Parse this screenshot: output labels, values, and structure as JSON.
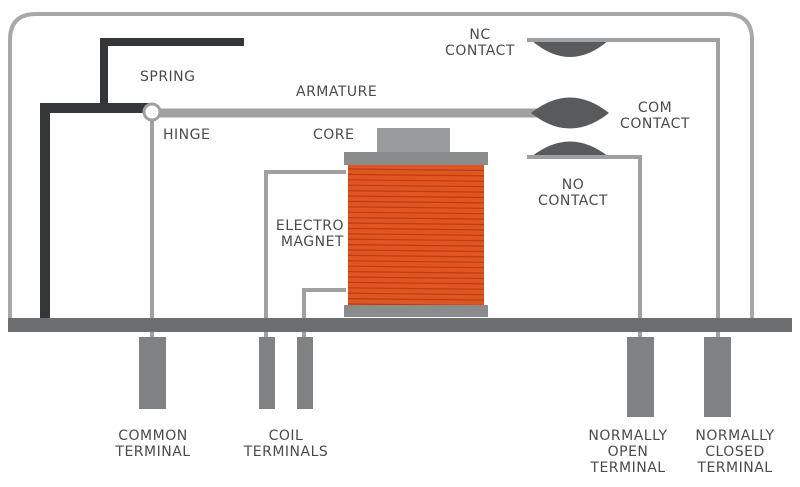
{
  "colors": {
    "background": "#ffffff",
    "wire": "#9fa0a2",
    "dark_bar": "#353638",
    "base_bar": "#6d6e70",
    "terminal": "#808183",
    "contact": "#585a5c",
    "coil": "#e05520",
    "coil_stripe": "#b83f12",
    "core": "#8a8b8d",
    "text": "#4a4b4d"
  },
  "labels": {
    "spring": "SPRING",
    "armature": "ARMATURE",
    "hinge": "HINGE",
    "core": "CORE",
    "electromagnet": [
      "ELECTRO",
      "MAGNET"
    ],
    "nc_contact": [
      "NC",
      "CONTACT"
    ],
    "com_contact": [
      "COM",
      "CONTACT"
    ],
    "no_contact": [
      "NO",
      "CONTACT"
    ],
    "common_terminal": [
      "COMMON",
      "TERMINAL"
    ],
    "coil_terminals": [
      "COIL",
      "TERMINALS"
    ],
    "normally_open_terminal": [
      "NORMALLY",
      "OPEN",
      "TERMINAL"
    ],
    "normally_closed_terminal": [
      "NORMALLY",
      "CLOSED",
      "TERMINAL"
    ]
  }
}
